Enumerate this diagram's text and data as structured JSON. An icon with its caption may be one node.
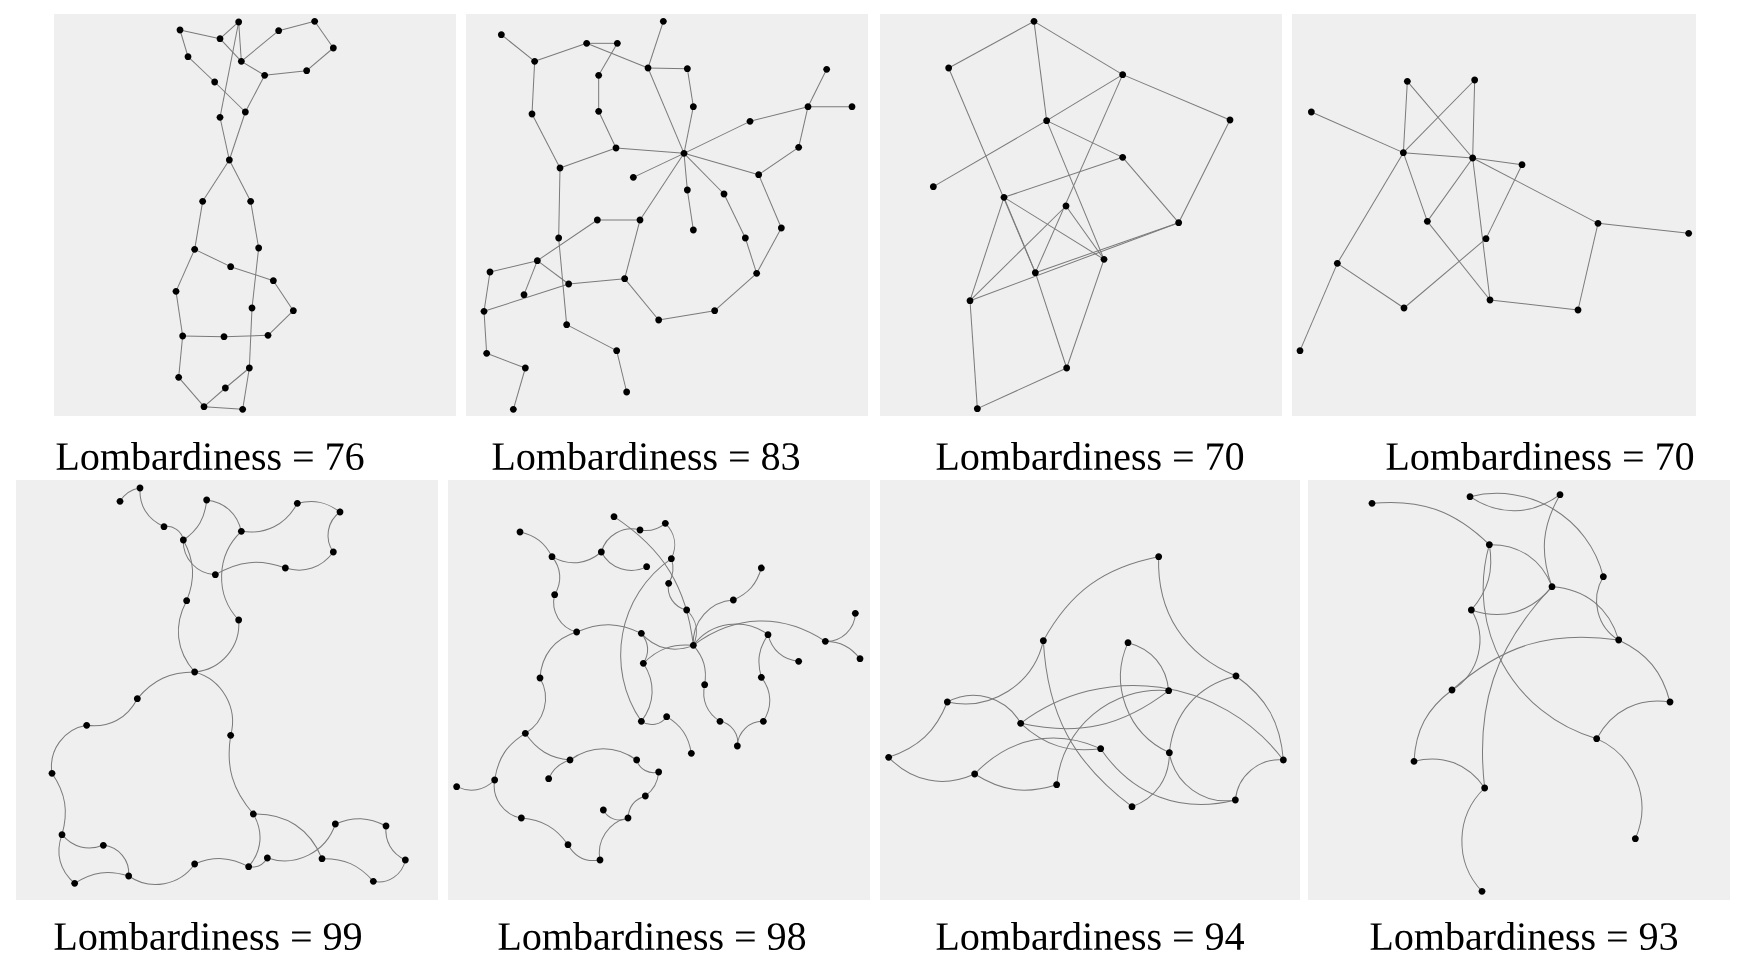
{
  "diagram": {
    "labels": [
      "Lombardiness = 76",
      "Lombardiness = 83",
      "Lombardiness = 70",
      "Lombardiness = 70",
      "Lombardiness = 99",
      "Lombardiness = 98",
      "Lombardiness = 94",
      "Lombardiness = 93"
    ]
  }
}
